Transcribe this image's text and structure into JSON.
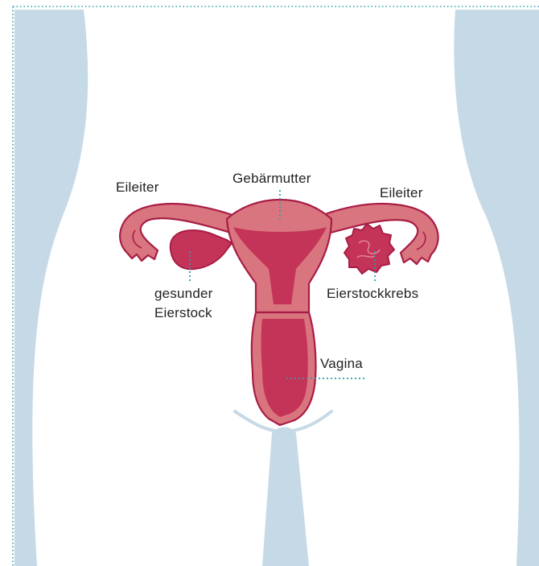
{
  "labels": {
    "left_tube": "Eileiter",
    "uterus": "Gebärmutter",
    "right_tube": "Eileiter",
    "healthy_ovary_line1": "gesunder",
    "healthy_ovary_line2": "Eierstock",
    "ovarian_cancer": "Eierstockkrebs",
    "vagina": "Vagina"
  },
  "colors": {
    "body_silhouette": "#c6d9e6",
    "organ_outer": "#d9757f",
    "organ_inner": "#c43458",
    "organ_outline": "#a81d45",
    "leader_line": "#2a9bb0",
    "border": "#2a9bb0"
  }
}
